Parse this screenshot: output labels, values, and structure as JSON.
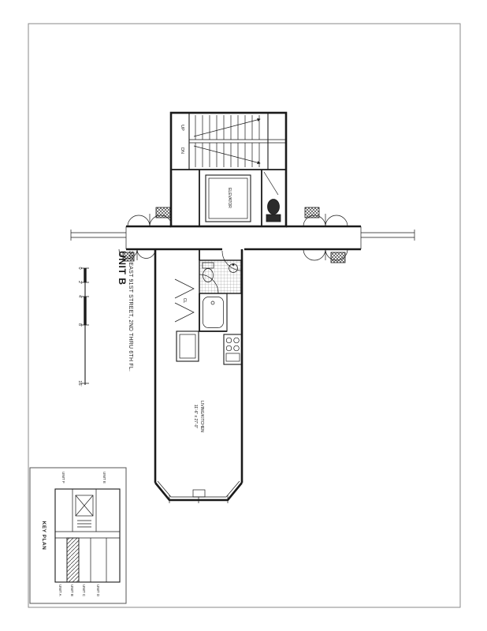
{
  "colors": {
    "ink": "#1a1a1a",
    "paper": "#ffffff"
  },
  "plan": {
    "title": "UNIT B",
    "subtitle": "317 EAST 91ST STREET, 2ND THRU 6TH FL.",
    "stairs": {
      "up": "UP",
      "dn": "DN"
    },
    "elevator_label": "ELEVATOR",
    "closet_label": "CL",
    "living_room": {
      "name": "LIVING/KITCHEN",
      "dims": "11'-6\" x 27'-0\""
    },
    "scale": {
      "ticks": [
        "0",
        "2'",
        "4'",
        "8'",
        "16'"
      ]
    }
  },
  "keyplan": {
    "title": "KEY PLAN",
    "units": {
      "a": "UNIT A",
      "b": "UNIT B",
      "c": "UNIT C",
      "d": "UNIT D",
      "e": "UNIT E",
      "f": "UNIT F"
    }
  }
}
